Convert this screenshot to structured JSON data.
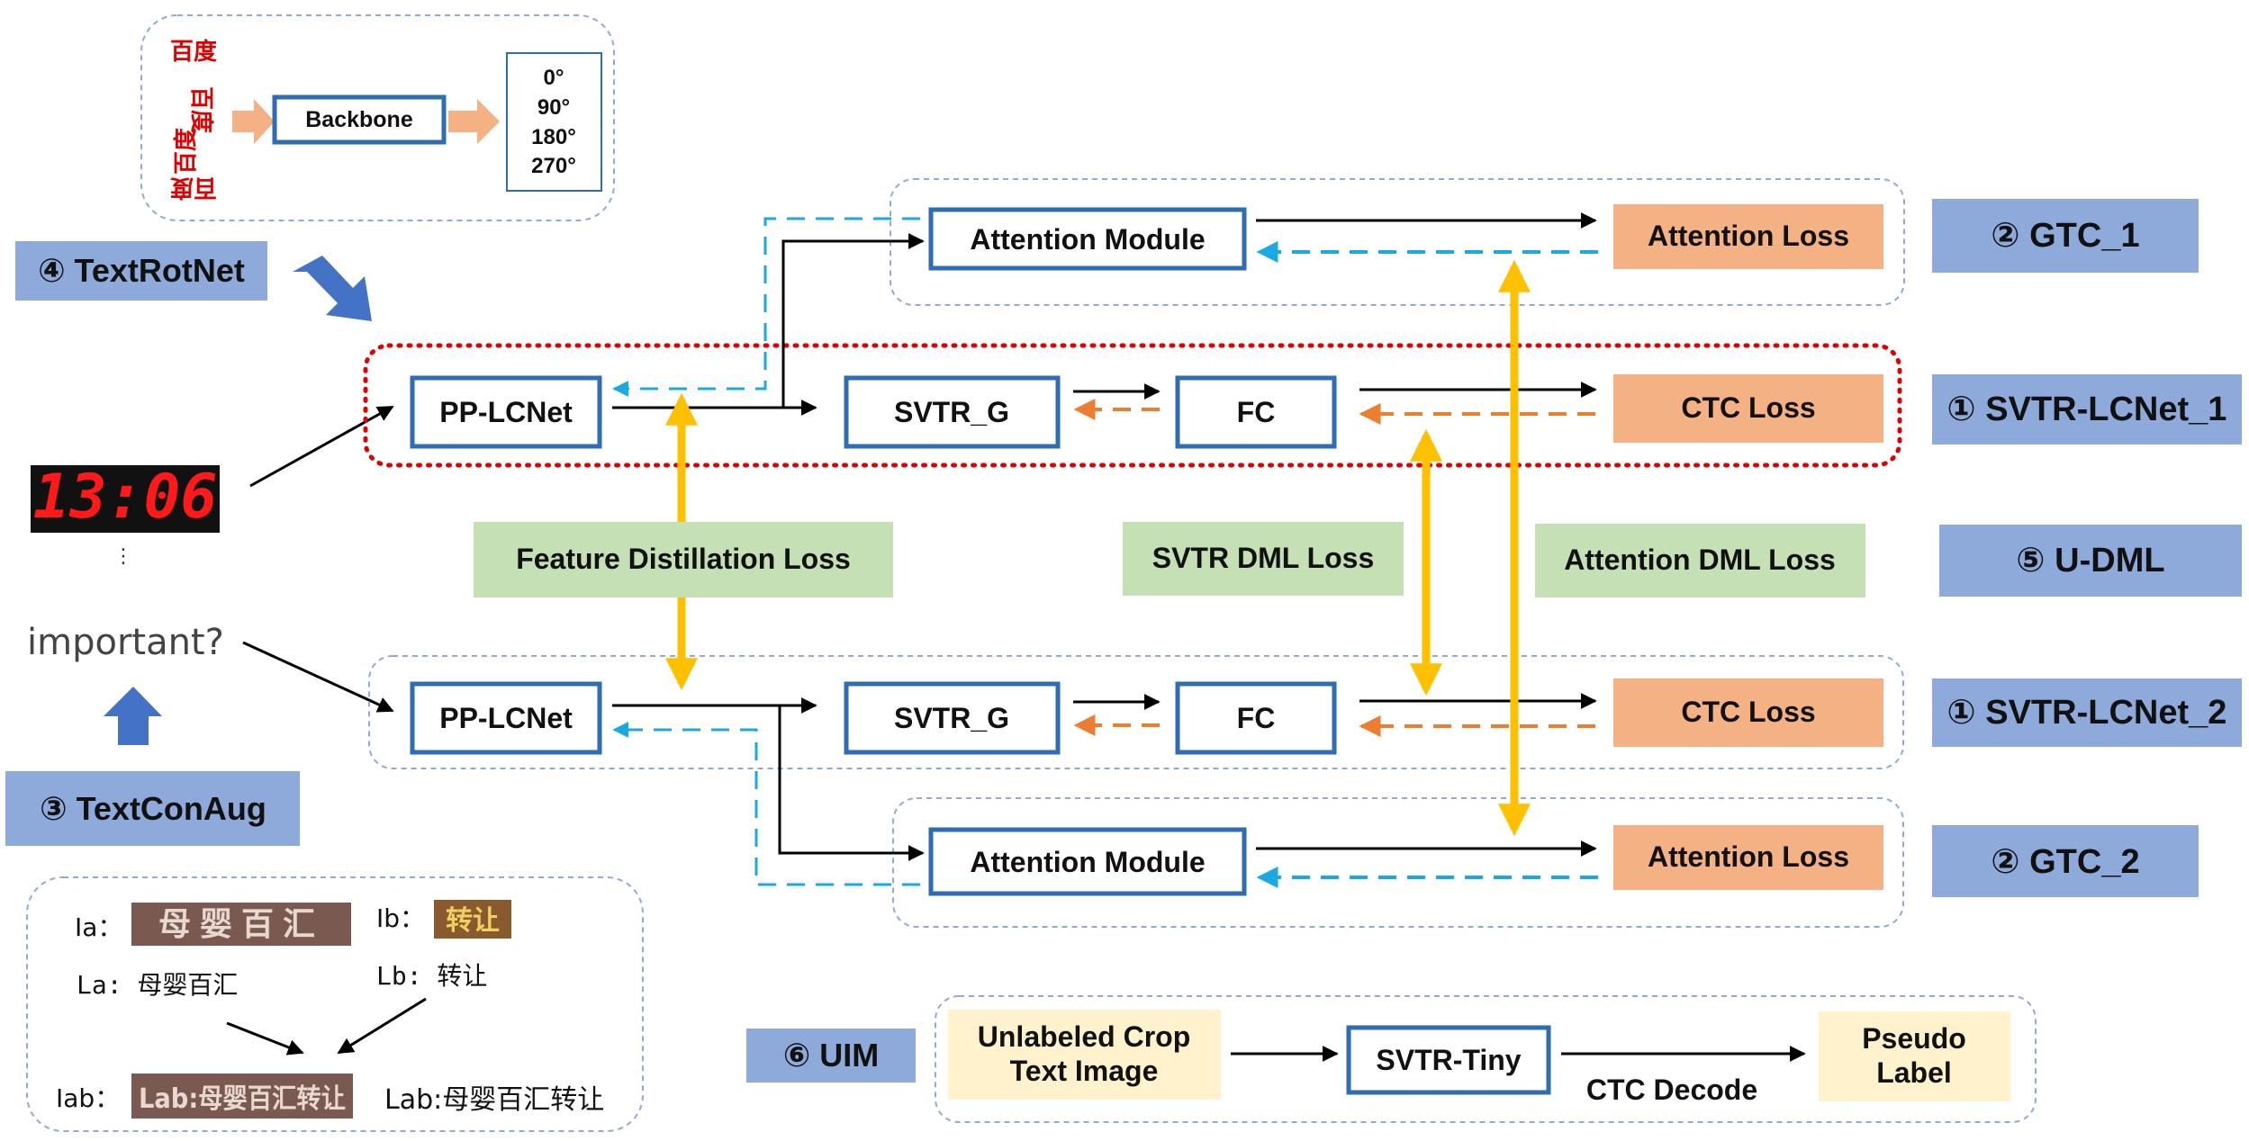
{
  "colors": {
    "blue_box": "#2e6db3",
    "label_blue": "#8eaadb",
    "loss_orange": "#f4b183",
    "green": "#c5e0b4",
    "yellow": "#fff2cc",
    "gold": "#ffc000",
    "cyan": "#1aa9e4",
    "orange_dash": "#ed7d31",
    "red_dot": "#e00000"
  },
  "textrotnet": {
    "chars_upright": "百度",
    "chars_rot90": "百度",
    "chars_rot270": "百度",
    "chars_rot180": "百度",
    "backbone": "Backbone",
    "angles": [
      "0°",
      "90°",
      "180°",
      "270°"
    ],
    "label": "④ TextRotNet"
  },
  "textconaug": {
    "clock": "13:06",
    "ellipsis": "⋮",
    "word": "important?",
    "label": "③ TextConAug",
    "ia": "Ia：",
    "ib": "Ib：",
    "la": "La: 母婴百汇",
    "lb": "Lb: 转让",
    "iab": "Iab：",
    "lab": "Lab:母婴百汇转让",
    "img_a_text": "母婴百汇",
    "img_b_text": "转让"
  },
  "branch1": {
    "pplcnet": "PP-LCNet",
    "svtr_g": "SVTR_G",
    "fc": "FC",
    "ctc_loss": "CTC Loss",
    "attention_module": "Attention Module",
    "attention_loss": "Attention Loss",
    "gtc_label": "② GTC_1",
    "svtr_label": "① SVTR-LCNet_1"
  },
  "branch2": {
    "pplcnet": "PP-LCNet",
    "svtr_g": "SVTR_G",
    "fc": "FC",
    "ctc_loss": "CTC Loss",
    "attention_module": "Attention Module",
    "attention_loss": "Attention Loss",
    "svtr_label": "① SVTR-LCNet_2",
    "gtc_label": "② GTC_2"
  },
  "losses": {
    "feature_distillation": "Feature Distillation Loss",
    "svtr_dml": "SVTR DML Loss",
    "attention_dml": "Attention DML Loss",
    "udml_label": "⑤ U-DML"
  },
  "uim": {
    "label": "⑥ UIM",
    "unlabeled_line1": "Unlabeled Crop",
    "unlabeled_line2": "Text Image",
    "svtr_tiny": "SVTR-Tiny",
    "ctc_decode": "CTC Decode",
    "pseudo_line1": "Pseudo",
    "pseudo_line2": "Label"
  }
}
